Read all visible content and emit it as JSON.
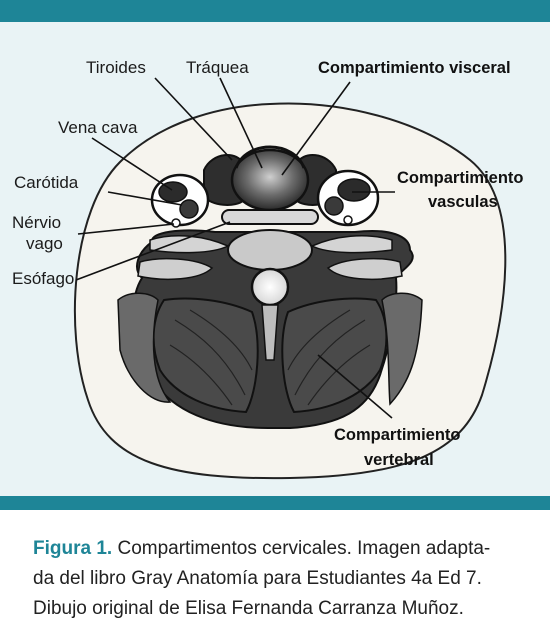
{
  "colors": {
    "band": "#1e8597",
    "panel_bg": "#e9f3f5",
    "figure_label": "#1e8597"
  },
  "labels": {
    "tiroides": "Tiroides",
    "traquea": "Tráquea",
    "vena_cava": "Vena cava",
    "carotida": "Carótida",
    "nervio_line1": "Nérvio",
    "nervio_line2": "vago",
    "esofago": "Esófago",
    "visceral": "Compartimiento visceral",
    "vascular_line1": "Compartimiento",
    "vascular_line2": "vasculas",
    "vertebral_line1": "Compartimiento",
    "vertebral_line2": "vertebral"
  },
  "caption": {
    "figure_label": "Figura 1.",
    "line1_rest": " Compartimentos cervicales. Imagen adapta-",
    "line2": "da del libro Gray Anatomía para Estudiantes 4a Ed 7.",
    "line3": "Dibujo original de Elisa Fernanda Carranza Muñoz."
  }
}
